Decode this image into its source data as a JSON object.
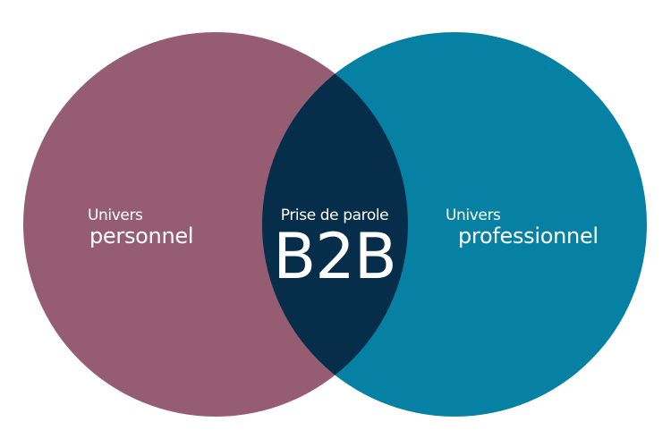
{
  "diagram": {
    "left": {
      "line1": "Univers",
      "line2": "personnel",
      "color": "#965c72"
    },
    "right": {
      "line1": "Univers",
      "line2": "professionnel",
      "color": "#0681a3"
    },
    "intersection": {
      "line1": "Prise de parole",
      "line2": "B2B",
      "color": "#062d49"
    }
  }
}
